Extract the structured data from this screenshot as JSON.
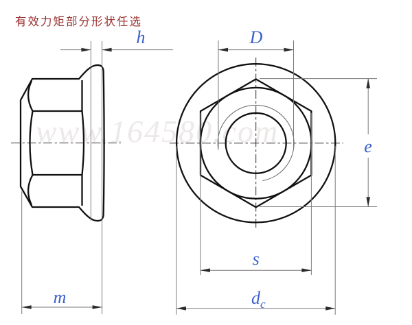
{
  "annotation": "有效力矩部分形状任选",
  "watermark": "www.164580.com",
  "dimension_labels": {
    "h": "h",
    "D": "D",
    "e": "e",
    "s": "s",
    "m": "m",
    "dc_base": "d",
    "dc_sub": "c"
  },
  "colors": {
    "background": "#ffffff",
    "line-bold": "#111111",
    "line-mid": "#666666",
    "line-thin": "#7a7a7a",
    "centerline": "#2b2b2b",
    "arrow": "#2b2b2b",
    "label": "#3A5FCD",
    "annotation": "#9B3333",
    "watermark": "#EDE9E9"
  }
}
